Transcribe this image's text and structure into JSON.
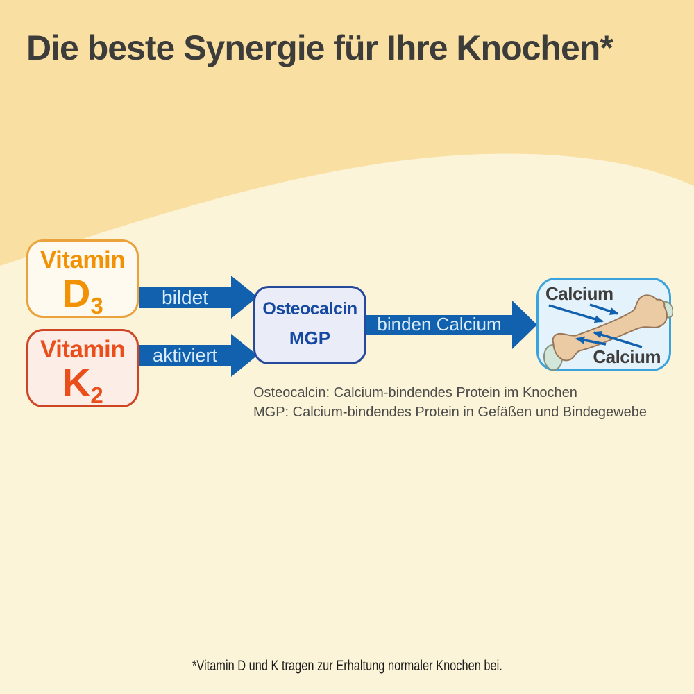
{
  "title": "Die beste Synergie für Ihre Knochen*",
  "boxes": {
    "vitamin_d3": {
      "word": "Vitamin",
      "symbol": "D",
      "subscript": "3"
    },
    "vitamin_k2": {
      "word": "Vitamin",
      "symbol": "K",
      "subscript": "2"
    },
    "osteocalcin": {
      "line1": "Osteocalcin",
      "line2": "MGP"
    },
    "bone": {
      "calcium_top": "Calcium",
      "calcium_bottom": "Calcium"
    }
  },
  "arrows": {
    "bildet": "bildet",
    "aktiviert": "aktiviert",
    "binden": "binden Calcium"
  },
  "legend": {
    "line1": "Osteocalcin: Calcium-bindendes Protein im Knochen",
    "line2": "MGP: Calcium-bindendes Protein in Gefäßen und Bindegewebe"
  },
  "footnote": "*Vitamin D und K tragen zur Erhaltung normaler Knochen bei.",
  "colors": {
    "background_top": "#FADFA3",
    "background_bottom": "#FCF4D8",
    "title_text": "#3C3C3B",
    "d3_orange": "#F29104",
    "d3_border": "#E9A23C",
    "d3_bg": "#FEFAEF",
    "k2_red": "#E94E1B",
    "k2_border": "#CE4526",
    "k2_bg": "#FCEEE7",
    "arrow_blue": "#1161AE",
    "arrow_label": "#D9ECFB",
    "osteo_text": "#1548A0",
    "osteo_border": "#27499B",
    "osteo_bg": "#EAECF7",
    "bone_box_bg": "#E4F2FB",
    "bone_box_border": "#3BA3DC",
    "bone_fill": "#EACBA4",
    "bone_outline": "#97765A",
    "epiphysis_fill": "#D2E7D9",
    "epiphysis_outline": "#85917F",
    "calcium_text": "#3F3E3D",
    "legend_text": "#4B4B49",
    "footnote_text": "#1B1B1B"
  }
}
